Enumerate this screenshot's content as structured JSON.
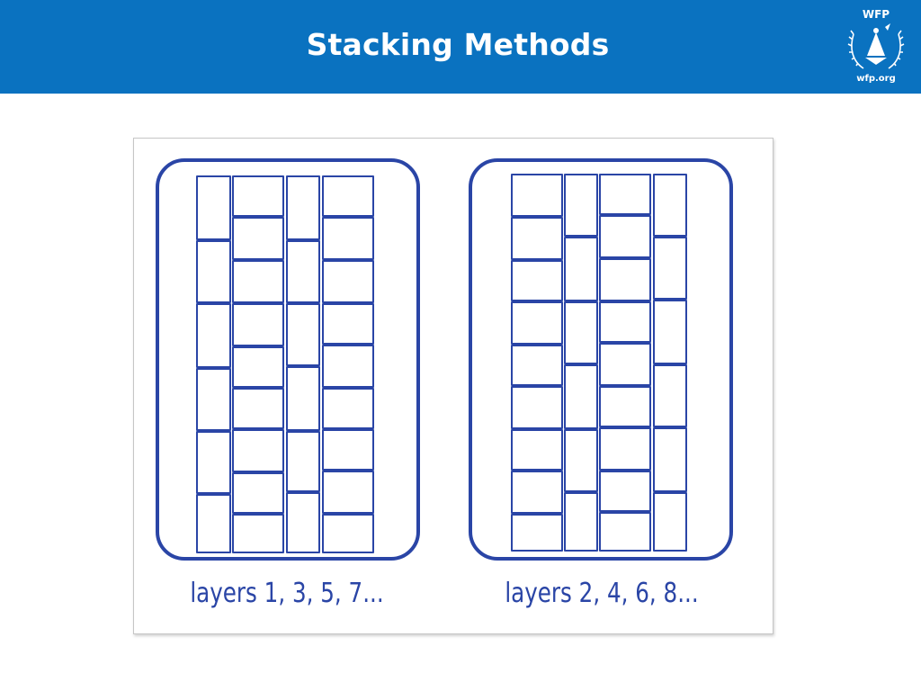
{
  "header": {
    "title": "Stacking Methods",
    "background_color": "#0a72c0",
    "logo": {
      "top_text": "WFP",
      "bottom_text": "wfp.org",
      "icon": "wfp-emblem-icon"
    }
  },
  "figure": {
    "stroke_color": "#2a45a6",
    "panels": [
      {
        "caption": "layers 1, 3, 5, 7..."
      },
      {
        "caption": "layers 2, 4, 6, 8..."
      }
    ]
  }
}
